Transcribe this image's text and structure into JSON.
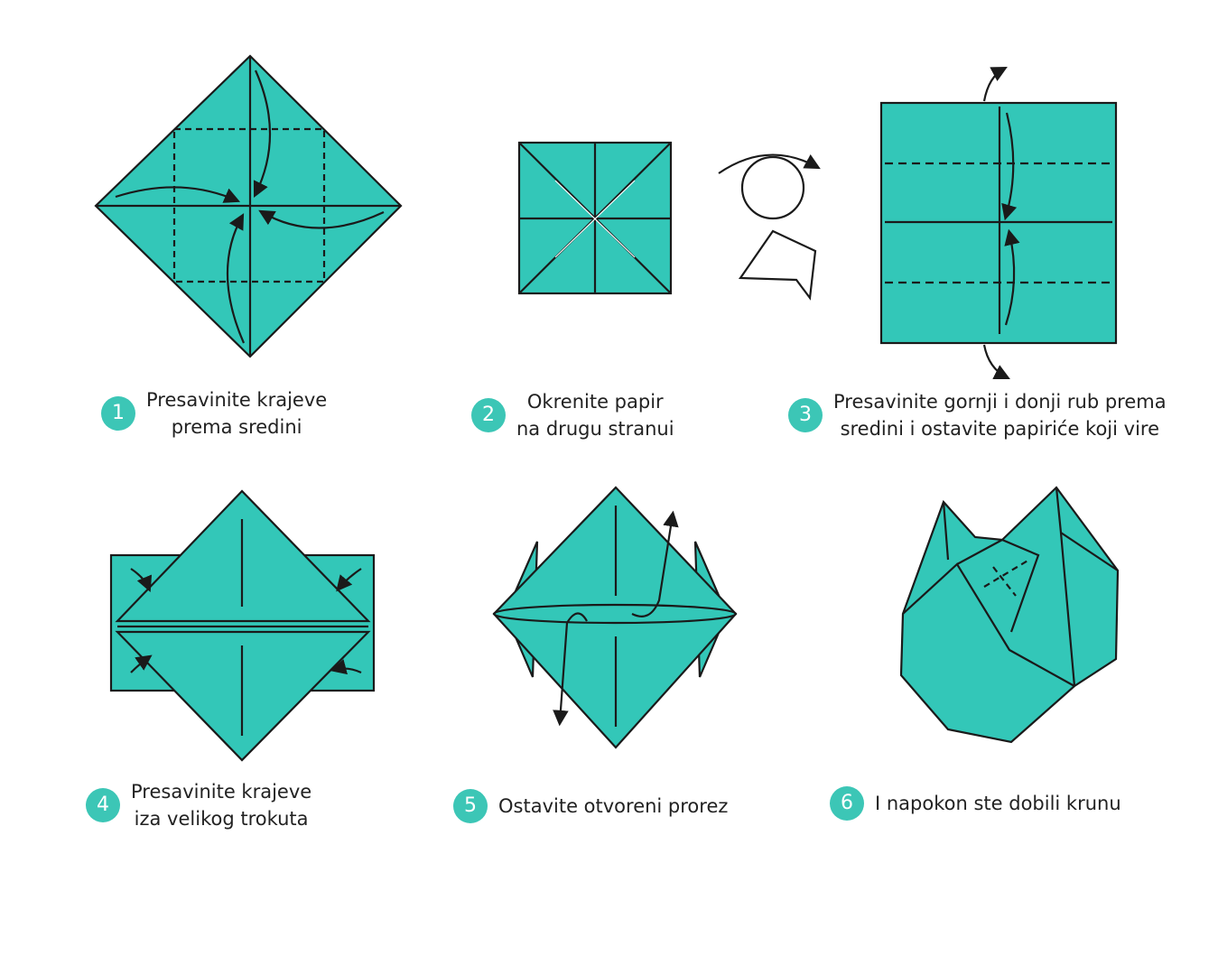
{
  "colors": {
    "paper": "#33c7b8",
    "badge": "#3cc6b6",
    "line": "#1a1a1a"
  },
  "steps": [
    {
      "number": "1",
      "lines": [
        "Presavinite krajeve",
        "prema sredini"
      ]
    },
    {
      "number": "2",
      "lines": [
        "Okrenite papir",
        "na drugu stranui"
      ]
    },
    {
      "number": "3",
      "lines": [
        "Presavinite gornji i donji rub prema",
        "sredini i ostavite papiriće koji vire"
      ]
    },
    {
      "number": "4",
      "lines": [
        "Presavinite krajeve",
        "iza velikog trokuta"
      ]
    },
    {
      "number": "5",
      "lines": [
        "Ostavite otvoreni prorez"
      ]
    },
    {
      "number": "6",
      "lines": [
        "I napokon ste dobili krunu"
      ]
    }
  ]
}
